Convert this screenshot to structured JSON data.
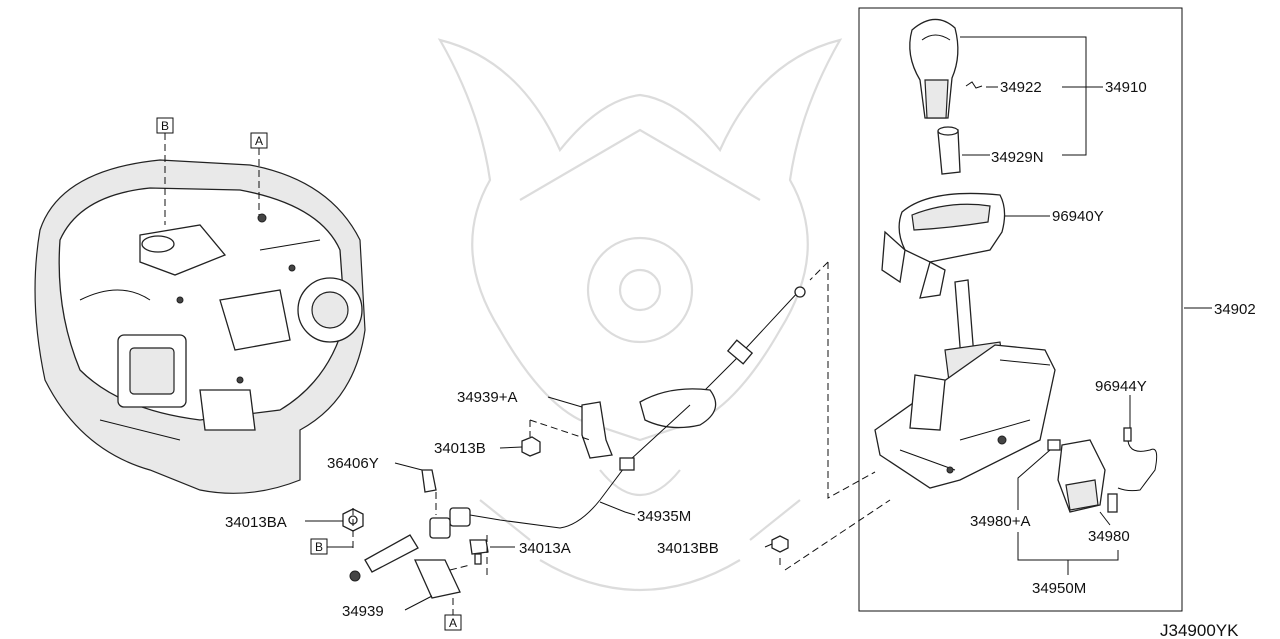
{
  "diagram_code": "J34900YK",
  "refs": {
    "a": "A",
    "b": "B"
  },
  "labels": {
    "p34922": "34922",
    "p34910": "34910",
    "p34929N": "34929N",
    "p96940Y": "96940Y",
    "p34902": "34902",
    "p96944Y": "96944Y",
    "p34939A": "34939+A",
    "p34013B": "34013B",
    "p36406Y": "36406Y",
    "p34935M": "34935M",
    "p34013BA": "34013BA",
    "p34013A": "34013A",
    "p34013BB": "34013BB",
    "p34939": "34939",
    "p34980A": "34980+A",
    "p34980": "34980",
    "p34950M": "34950M"
  }
}
